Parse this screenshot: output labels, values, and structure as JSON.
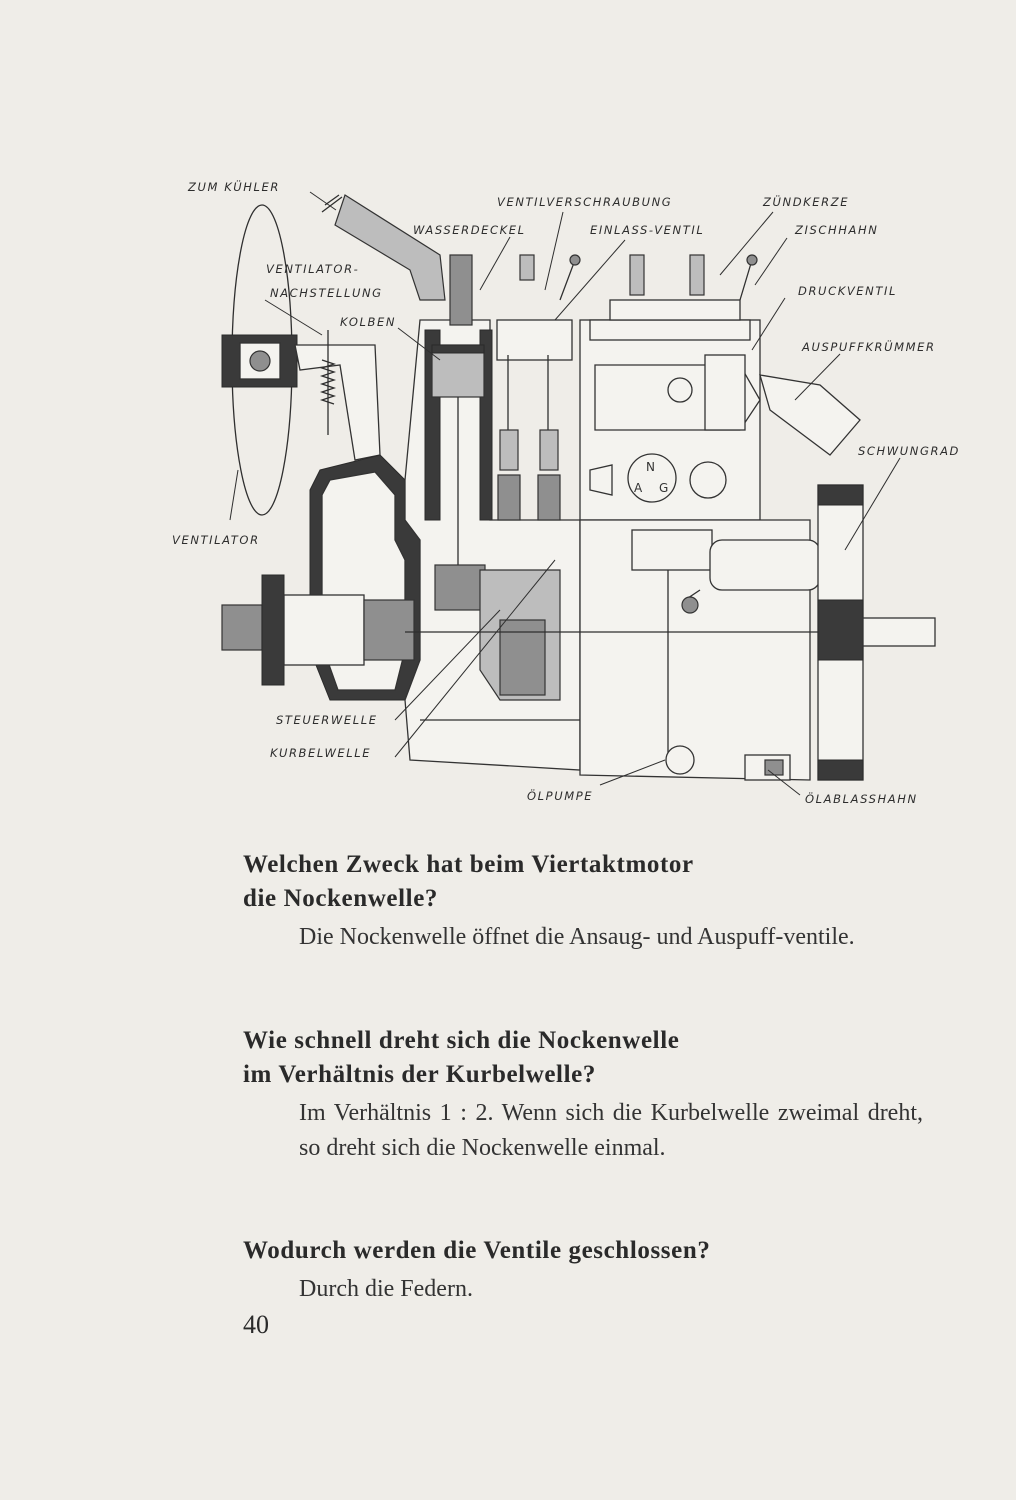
{
  "diagram": {
    "labels": {
      "zum_kuehler": "ZUM KÜHLER",
      "ventilverschraubung": "VENTILVERSCHRAUBUNG",
      "zuendkerze": "ZÜNDKERZE",
      "wasserdeckel": "WASSERDECKEL",
      "einlass_ventil": "EINLASS-VENTIL",
      "zischhahn": "ZISCHHAHN",
      "ventilator_nachstellung_1": "VENTILATOR-",
      "ventilator_nachstellung_2": "NACHSTELLUNG",
      "druckventil": "DRUCKVENTIL",
      "kolben": "KOLBEN",
      "auspuffkruemmer": "AUSPUFFKRÜMMER",
      "schwungrad": "SCHWUNGRAD",
      "ventilator": "VENTILATOR",
      "steuerwelle": "STEUERWELLE",
      "kurbelwelle": "KURBELWELLE",
      "oelpumpe": "ÖLPUMPE",
      "oelablasshahn": "ÖLABLASSHAHN",
      "logo_n": "N",
      "logo_a": "A",
      "logo_g": "G"
    }
  },
  "qa": [
    {
      "question": [
        "Welchen Zweck hat beim Viertaktmotor",
        "die Nockenwelle?"
      ],
      "answer": "Die Nockenwelle öffnet die Ansaug- und Auspuff-ventile."
    },
    {
      "question": [
        "Wie schnell dreht sich die Nockenwelle",
        "im Verhältnis der Kurbelwelle?"
      ],
      "answer": "Im Verhältnis 1 : 2. Wenn sich die Kurbelwelle zweimal dreht, so dreht sich die Nockenwelle einmal."
    },
    {
      "question": [
        "Wodurch werden die Ventile geschlossen?"
      ],
      "answer": "Durch die Federn."
    }
  ],
  "page_number": "40"
}
